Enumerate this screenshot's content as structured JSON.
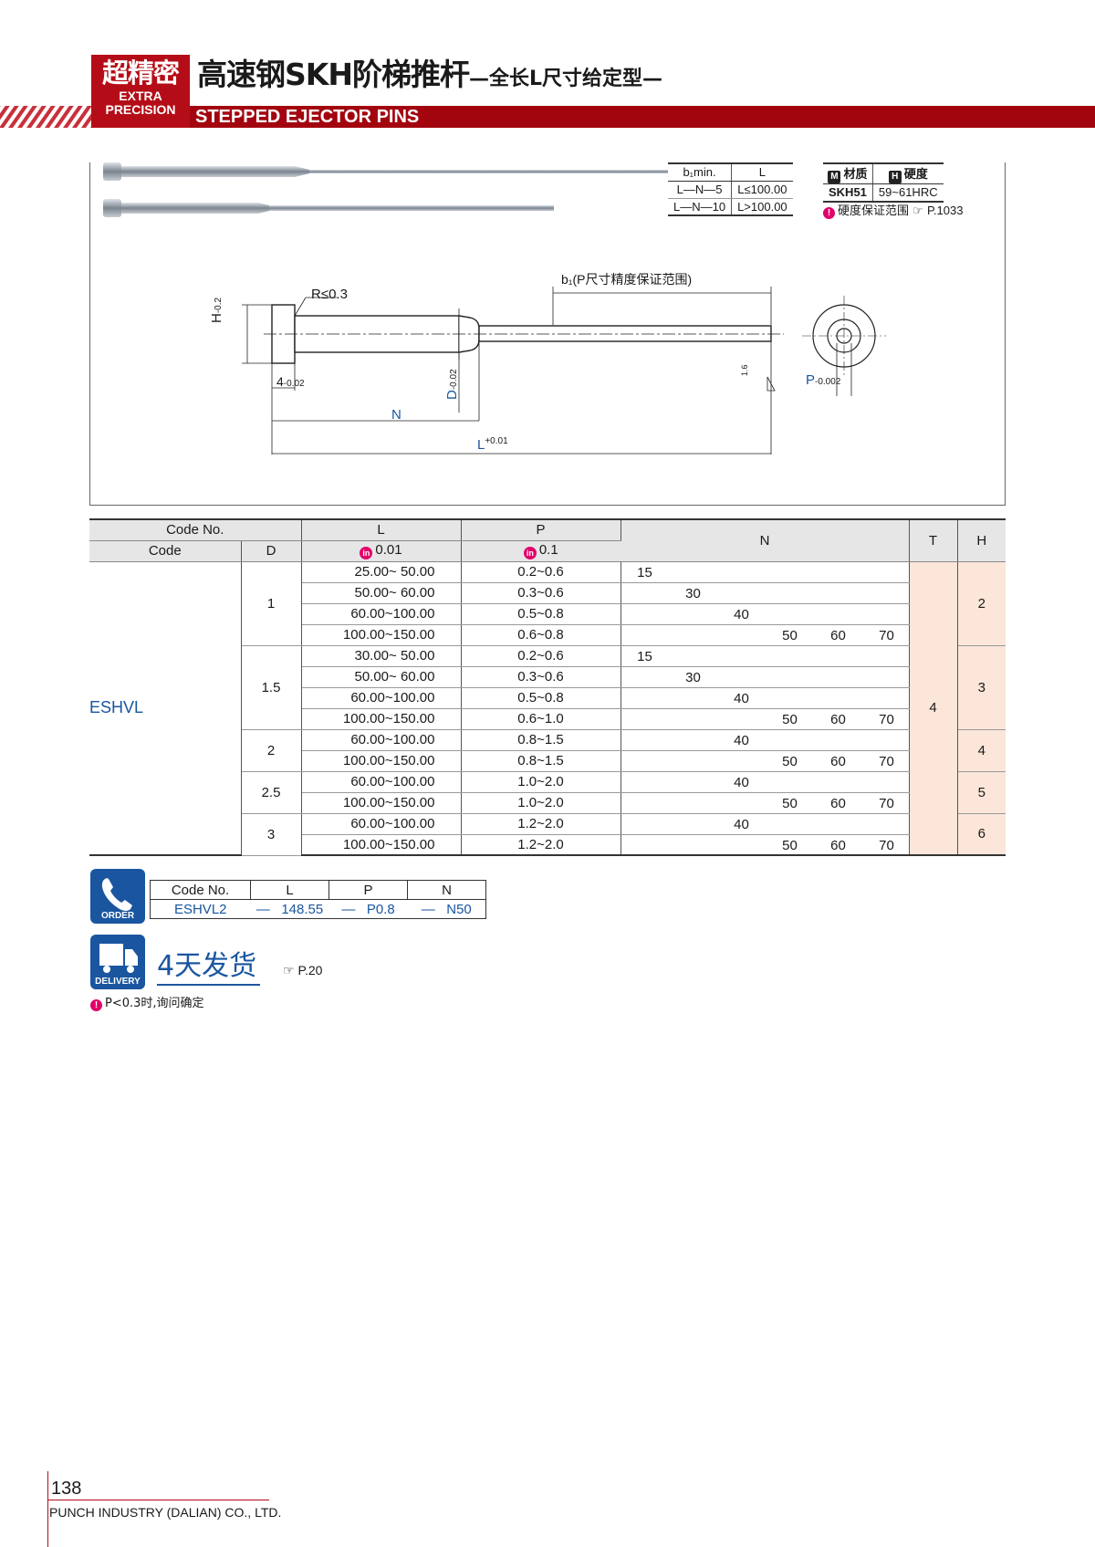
{
  "header": {
    "badge_zh": "超精密",
    "badge_en1": "EXTRA",
    "badge_en2": "PRECISION",
    "title_main": "高速钢SKH阶梯推杆",
    "title_sub": "—全长L尺寸给定型—",
    "title_en": "STEPPED EJECTOR PINS",
    "accent_color": "#a3050f"
  },
  "b1_table": {
    "headers": [
      "b₁min.",
      "L"
    ],
    "rows": [
      [
        "L—N—5",
        "L≤100.00"
      ],
      [
        "L—N—10",
        "L>100.00"
      ]
    ]
  },
  "material": {
    "material_icon": "M",
    "material_label": "材质",
    "hardness_icon": "H",
    "hardness_label": "硬度",
    "material_value": "SKH51",
    "hardness_value": "59~61HRC",
    "note": "硬度保证范围",
    "note_ref": "P.1033"
  },
  "drawing": {
    "r_label": "R≤0.3",
    "b1_label": "b₁(P尺寸精度保证范围)",
    "h_label": "H",
    "h_tol_up": "0",
    "h_tol_low": "-0.2",
    "four_label": "4",
    "four_tol_up": "0",
    "four_tol_low": "-0.02",
    "d_label": "D",
    "d_tol_up": "0",
    "d_tol_low": "-0.02",
    "n_label": "N",
    "l_label": "L",
    "l_tol_up": "+0.01",
    "l_tol_low": "0",
    "p_label": "P",
    "p_tol_up": "0",
    "p_tol_low": "-0.002",
    "roughness": "1.6"
  },
  "main_table": {
    "head_codeno": "Code No.",
    "head_code": "Code",
    "head_d": "D",
    "head_l": "L",
    "head_l_unit": "0.01",
    "head_p": "P",
    "head_p_unit": "0.1",
    "head_n": "N",
    "head_t": "T",
    "head_h": "H",
    "pin_icon": "in",
    "code": "ESHVL",
    "t_value": "4",
    "groups": [
      {
        "d": "1",
        "h": "2",
        "rows": [
          {
            "l": "25.00~ 50.00",
            "p": "0.2~0.6",
            "n": [
              "15"
            ]
          },
          {
            "l": "50.00~ 60.00",
            "p": "0.3~0.6",
            "n": [
              "30"
            ]
          },
          {
            "l": "60.00~100.00",
            "p": "0.5~0.8",
            "n": [
              "40"
            ]
          },
          {
            "l": "100.00~150.00",
            "p": "0.6~0.8",
            "n": [
              "50",
              "60",
              "70"
            ]
          }
        ]
      },
      {
        "d": "1.5",
        "h": "3",
        "rows": [
          {
            "l": "30.00~ 50.00",
            "p": "0.2~0.6",
            "n": [
              "15"
            ]
          },
          {
            "l": "50.00~ 60.00",
            "p": "0.3~0.6",
            "n": [
              "30"
            ]
          },
          {
            "l": "60.00~100.00",
            "p": "0.5~0.8",
            "n": [
              "40"
            ]
          },
          {
            "l": "100.00~150.00",
            "p": "0.6~1.0",
            "n": [
              "50",
              "60",
              "70"
            ]
          }
        ]
      },
      {
        "d": "2",
        "h": "4",
        "rows": [
          {
            "l": "60.00~100.00",
            "p": "0.8~1.5",
            "n": [
              "40"
            ]
          },
          {
            "l": "100.00~150.00",
            "p": "0.8~1.5",
            "n": [
              "50",
              "60",
              "70"
            ]
          }
        ]
      },
      {
        "d": "2.5",
        "h": "5",
        "rows": [
          {
            "l": "60.00~100.00",
            "p": "1.0~2.0",
            "n": [
              "40"
            ]
          },
          {
            "l": "100.00~150.00",
            "p": "1.0~2.0",
            "n": [
              "50",
              "60",
              "70"
            ]
          }
        ]
      },
      {
        "d": "3",
        "h": "6",
        "rows": [
          {
            "l": "60.00~100.00",
            "p": "1.2~2.0",
            "n": [
              "40"
            ]
          },
          {
            "l": "100.00~150.00",
            "p": "1.2~2.0",
            "n": [
              "50",
              "60",
              "70"
            ]
          }
        ]
      }
    ]
  },
  "order": {
    "icon_label": "ORDER",
    "headers": [
      "Code No.",
      "L",
      "P",
      "N"
    ],
    "values": [
      "ESHVL2",
      "—",
      "148.55",
      "—",
      "P0.8",
      "—",
      "N50"
    ]
  },
  "delivery": {
    "icon_label": "DELIVERY",
    "text": "4天发货",
    "ref": "P.20",
    "note": "P<0.3时,询问确定"
  },
  "footer": {
    "page": "138",
    "company": "PUNCH INDUSTRY (DALIAN) CO., LTD."
  }
}
